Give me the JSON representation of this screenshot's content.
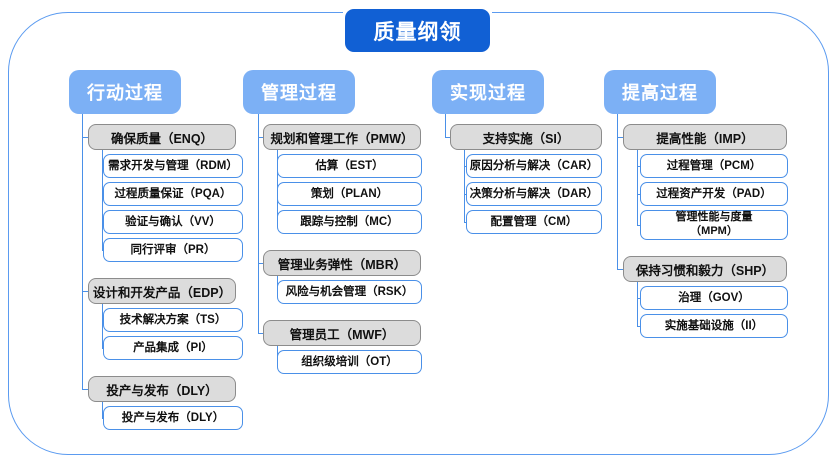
{
  "title": {
    "label": "质量纲领"
  },
  "colors": {
    "title_bg": "#1160d4",
    "header_bg": "#7cb0f5",
    "group_bg": "#dcdcdc",
    "group_border": "#8c8c8c",
    "leaf_border": "#4a90e8",
    "frame_border": "#5b9bf0",
    "connector": "#4a90e8"
  },
  "columns": [
    {
      "header": "行动过程",
      "groups": [
        {
          "label": "确保质量（ENQ）",
          "children": [
            "需求开发与管理（RDM）",
            "过程质量保证（PQA）",
            "验证与确认（VV）",
            "同行评审（PR）"
          ]
        },
        {
          "label": "设计和开发产品（EDP）",
          "children": [
            "技术解决方案（TS）",
            "产品集成（PI）"
          ]
        },
        {
          "label": "投产与发布（DLY）",
          "children": [
            "投产与发布（DLY）"
          ]
        }
      ]
    },
    {
      "header": "管理过程",
      "groups": [
        {
          "label": "规划和管理工作（PMW）",
          "children": [
            "估算（EST）",
            "策划（PLAN）",
            "跟踪与控制（MC）"
          ]
        },
        {
          "label": "管理业务弹性（MBR）",
          "children": [
            "风险与机会管理（RSK）"
          ]
        },
        {
          "label": "管理员工（MWF）",
          "children": [
            "组织级培训（OT）"
          ]
        }
      ]
    },
    {
      "header": "实现过程",
      "groups": [
        {
          "label": "支持实施（SI）",
          "children": [
            "原因分析与解决（CAR）",
            "决策分析与解决（DAR）",
            "配置管理（CM）"
          ]
        }
      ]
    },
    {
      "header": "提高过程",
      "groups": [
        {
          "label": "提高性能（IMP）",
          "children": [
            "过程管理（PCM）",
            "过程资产开发（PAD）",
            "管理性能与度量\n（MPM）"
          ]
        },
        {
          "label": "保持习惯和毅力（SHP）",
          "children": [
            "治理（GOV）",
            "实施基础设施（II）"
          ]
        }
      ]
    }
  ]
}
